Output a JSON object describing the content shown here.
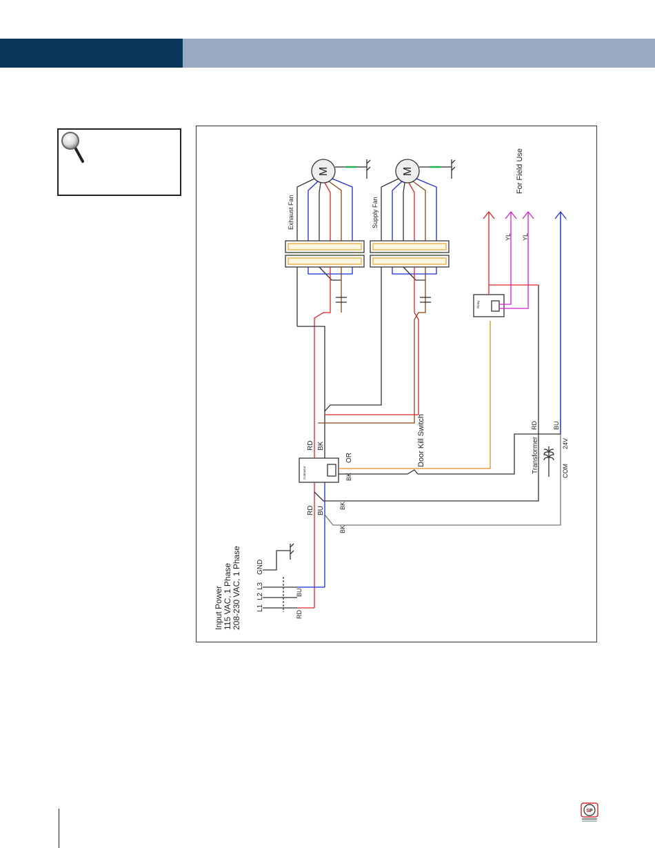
{
  "colors": {
    "header_dark": "#0b3558",
    "header_light": "#9aaac3",
    "wire_red": "#e0202a",
    "wire_blue": "#1a2bd6",
    "wire_black": "#333333",
    "wire_brown": "#8b4513",
    "wire_orange": "#e08a1a",
    "wire_yellow_magenta": "#d020d0",
    "wire_green": "#22b14c",
    "wire_gray": "#777777",
    "terminal_strip": "#f2c35a"
  },
  "note": {
    "icon": "magnifier-icon"
  },
  "diagram": {
    "input_power": {
      "line1": "Input Power",
      "line2": "115 VAC, 1 Phase",
      "line3": "208-230 VAC, 1 Phase"
    },
    "input_terminals": {
      "l1": "L1",
      "l2": "L2",
      "l3": "L3",
      "gnd": "GND"
    },
    "wire_labels": {
      "rd_input": "RD",
      "bu_input": "BU",
      "rd_contactor_bottom": "RD",
      "bu_contactor_bottom": "BU",
      "bk_contactor_right": "BK",
      "bk_transformer": "BK",
      "rd_contactor_top": "RD",
      "bk_contactor_top": "BK",
      "or_contactor": "OR",
      "bk_contactor_coil": "BK",
      "rd_transformer": "RD",
      "bu_transformer": "BU",
      "v24": "24V",
      "com": "COM",
      "yl_1": "YL",
      "yl_2": "YL"
    },
    "components": {
      "contactor": "Contactor",
      "transformer": "Transformer",
      "door_kill_switch": "Door Kill Switch",
      "relay": "Relay",
      "exhaust_fan": "Exhaust Fan",
      "supply_fan": "Supply Fan",
      "motor_symbol": "M",
      "for_field_use": "For Field Use"
    }
  }
}
